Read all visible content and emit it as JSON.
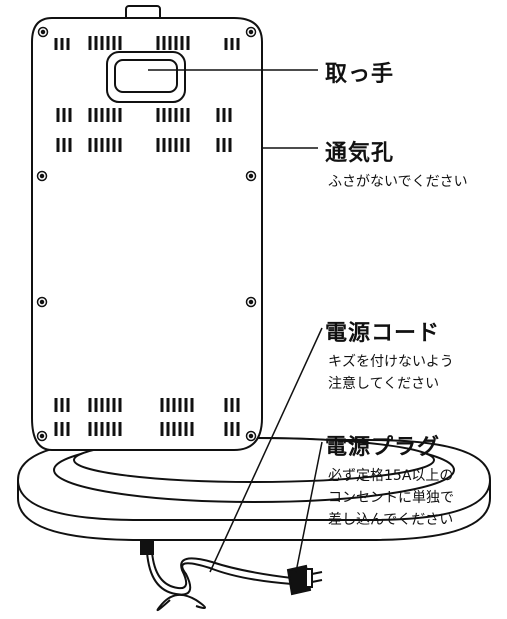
{
  "labels": {
    "handle": {
      "title": "取っ手"
    },
    "vent": {
      "title": "通気孔",
      "note": [
        "ふさがないでください"
      ]
    },
    "cord": {
      "title": "電源コード",
      "note": [
        "キズを付けないよう",
        "注意してください"
      ]
    },
    "plug": {
      "title": "電源プラグ",
      "note": [
        "必ず定格15A以上の",
        "コンセントに単独で",
        "差し込んでください"
      ]
    }
  }
}
